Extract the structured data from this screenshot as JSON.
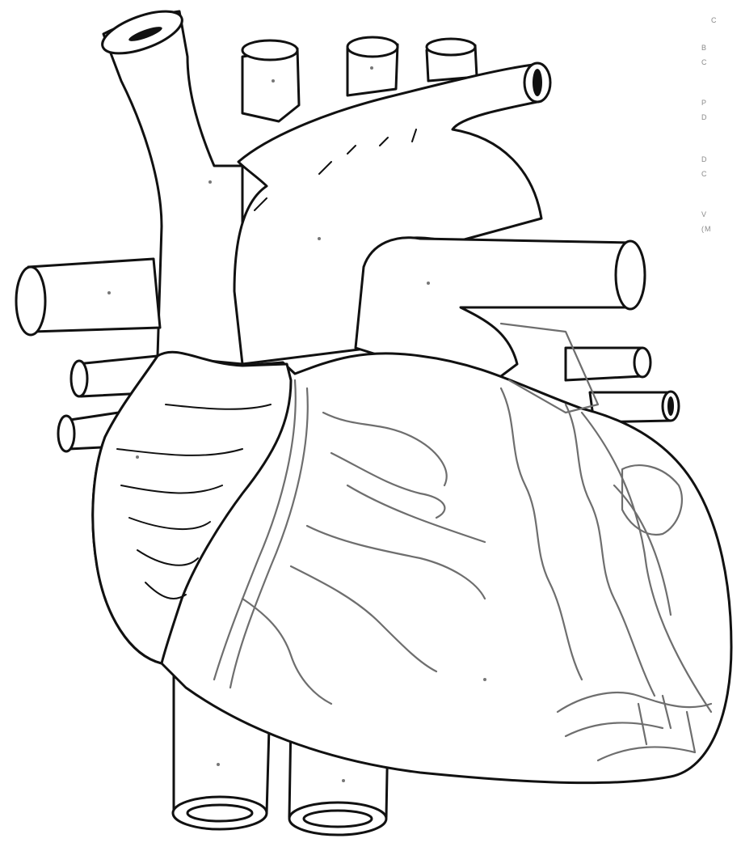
{
  "legend": {
    "lines": [
      "C",
      "B",
      "C",
      "P",
      "D",
      "D",
      "C",
      "V",
      "(M"
    ]
  },
  "colors": {
    "line": "#111111",
    "vessel": "#6e6e6e",
    "label": "#666666",
    "background": "#ffffff"
  }
}
